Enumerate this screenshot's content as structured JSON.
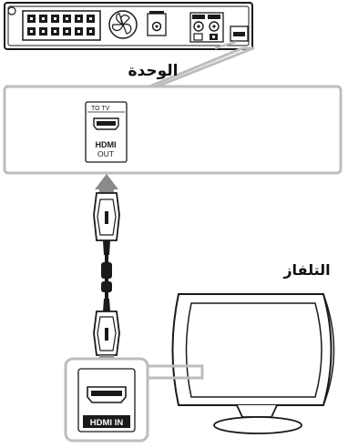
{
  "labels": {
    "unit": "الوحدة",
    "tv": "التلفاز"
  },
  "unit_port": {
    "top_label": "TO TV",
    "hdmi_label": "HDMI",
    "out_label": "OUT"
  },
  "tv_port": {
    "label": "HDMI IN"
  },
  "colors": {
    "callout_border": "#bdbdbd",
    "arrow": "#8a8a8a",
    "outline": "#1a1a1a"
  }
}
